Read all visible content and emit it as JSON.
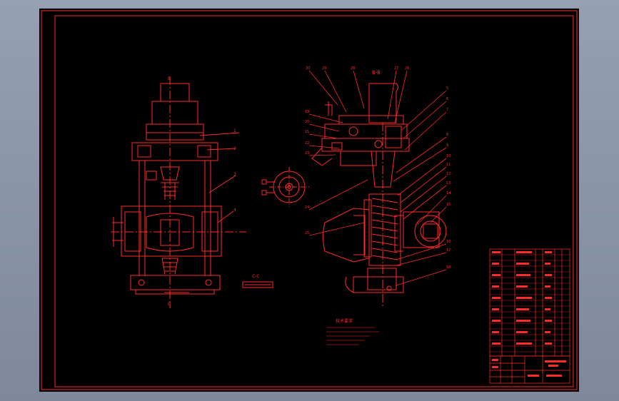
{
  "drawing": {
    "section_label_main": "B-B",
    "section_label_detail": "C-C",
    "section_label_cut": "B",
    "tech_requirements_title": "技术要求",
    "part_numbers": [
      "1",
      "2",
      "3",
      "4",
      "5",
      "6",
      "7",
      "8",
      "9",
      "10",
      "11",
      "12",
      "13",
      "14",
      "15",
      "16",
      "17",
      "18",
      "19",
      "20",
      "21",
      "22",
      "23",
      "24",
      "25",
      "26",
      "27",
      "28",
      "29",
      "30"
    ]
  },
  "colors": {
    "line": "#ff2a2a",
    "background": "#000000",
    "frame": "#ff2a2a",
    "viewport": "#8a93a6"
  }
}
